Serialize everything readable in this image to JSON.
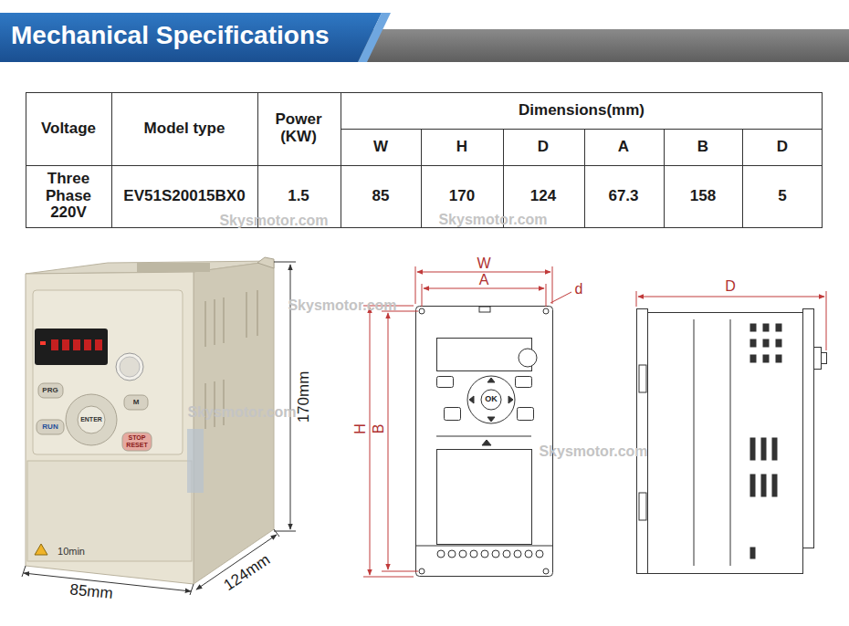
{
  "diagram": {
    "title": "Mechanical Specifications",
    "labels": [
      "Voltage",
      "Model type",
      "Power (KW)",
      "Dimensions(mm)",
      "W",
      "H",
      "D",
      "A",
      "B",
      "D",
      "Three Phase 220V",
      "EV51S20015BX0",
      "1.5",
      "85",
      "170",
      "124",
      "67.3",
      "158",
      "5",
      "170mm",
      "85mm",
      "124mm",
      "W",
      "A",
      "d",
      "H",
      "B",
      "D",
      "PRG",
      "M",
      "ENTER",
      "RUN",
      "STOP RESET",
      "10min",
      "OK",
      "Skysmotor.com",
      "Skysmotor.com",
      "Skysmotor.com",
      "Skysmotor.com",
      "Skysmotor.com"
    ]
  }
}
